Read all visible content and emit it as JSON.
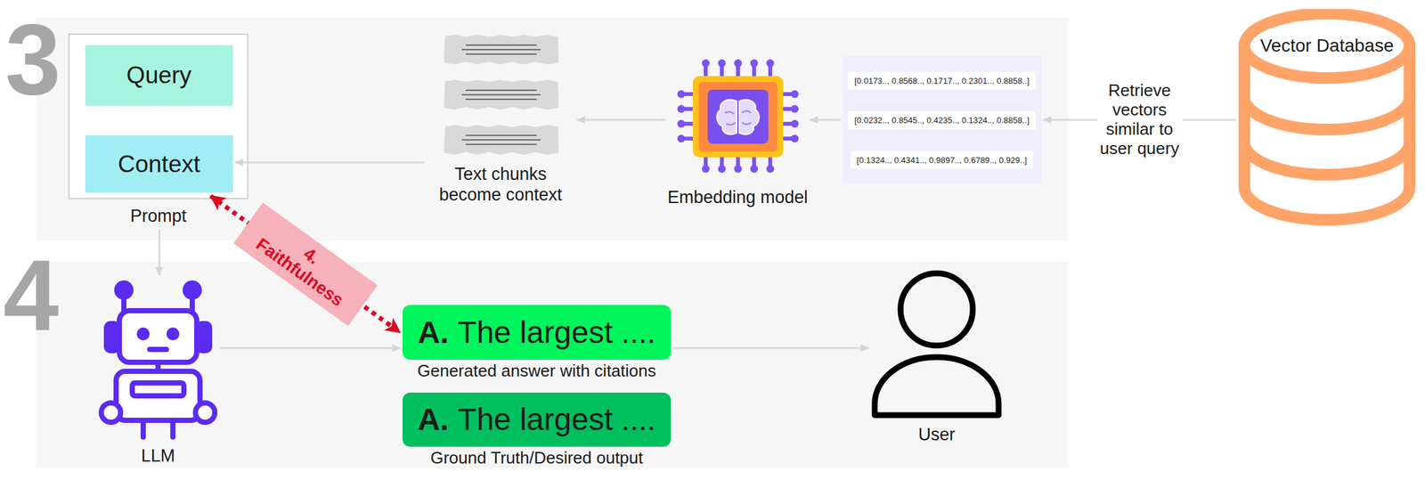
{
  "diagram": {
    "nodes": [
      {
        "text": [
          "3"
        ]
      },
      {
        "text": [
          "Prompt"
        ],
        "in": 0
      },
      {
        "text": [
          "Query"
        ],
        "in": 1
      },
      {
        "text": [
          "Context"
        ],
        "in": 1
      },
      {
        "text": [
          "Text chunks become context"
        ],
        "in": 0
      },
      {
        "text": [
          "Embedding model"
        ],
        "in": 0
      },
      {
        "text": [
          "[0.0173.., 0.8568.., 0.1717.., 0.2301.., 0.8858..]",
          "[0.0232.., 0.8545.., 0.4235.., 0.1324.., 0.8858..]",
          "[0.1324.., 0.4341.., 0.9897.., 0.6789.., 0.929..]"
        ],
        "in": 0
      },
      {
        "text": [
          "Vector Database"
        ]
      },
      {
        "text": [
          "4"
        ]
      },
      {
        "text": [
          "LLM"
        ],
        "in": 8
      },
      {
        "text": [
          "A.",
          "The largest ....",
          "Generated answer with citations"
        ],
        "in": 8
      },
      {
        "text": [
          "A.",
          "The largest ....",
          "Ground Truth/Desired output"
        ],
        "in": 8
      },
      {
        "text": [
          "User"
        ],
        "in": 8
      }
    ],
    "edges": [
      {
        "from": 7,
        "to": 6,
        "arrow": "to",
        "label": "Retrieve vectors similar to user query"
      },
      {
        "from": 6,
        "to": 5,
        "arrow": "to"
      },
      {
        "from": 5,
        "to": 4,
        "arrow": "to"
      },
      {
        "from": 4,
        "to": 3,
        "arrow": "to"
      },
      {
        "from": 1,
        "to": 9,
        "arrow": "to"
      },
      {
        "from": 9,
        "to": 10,
        "arrow": "to"
      },
      {
        "from": 10,
        "to": 12,
        "arrow": "to"
      },
      {
        "from": 3,
        "to": 10,
        "arrow": "both",
        "label": "4. Faithfulness"
      }
    ]
  }
}
